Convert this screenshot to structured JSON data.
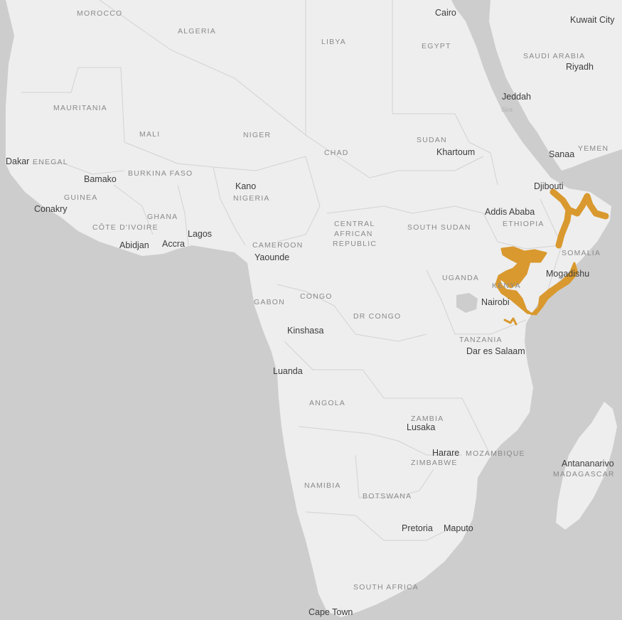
{
  "map": {
    "colors": {
      "water": "#cdcdcd",
      "land": "#eeeeee",
      "border": "#d2d2d2",
      "highlight": "#d9992f"
    },
    "country_labels": {
      "morocco": "MOROCCO",
      "algeria": "ALGERIA",
      "libya": "LIBYA",
      "egypt": "EGYPT",
      "saudi_arabia": "SAUDI ARABIA",
      "mauritania": "MAURITANIA",
      "mali": "MALI",
      "niger": "NIGER",
      "chad": "CHAD",
      "sudan": "SUDAN",
      "yemen": "YEMEN",
      "senegal": "ENEGAL",
      "burkina_faso": "BURKINA FASO",
      "guinea": "GUINEA",
      "ghana": "GHANA",
      "cote_divoire": "CÔTE D'IVOIRE",
      "nigeria": "NIGERIA",
      "central_african_republic_1": "CENTRAL",
      "central_african_republic_2": "AFRICAN",
      "central_african_republic_3": "REPUBLIC",
      "south_sudan": "SOUTH SUDAN",
      "ethiopia": "ETHIOPIA",
      "somalia": "SOMALIA",
      "cameroon": "CAMEROON",
      "uganda": "UGANDA",
      "kenya": "KENYA",
      "gabon": "GABON",
      "congo": "CONGO",
      "dr_congo": "DR CONGO",
      "tanzania": "TANZANIA",
      "angola": "ANGOLA",
      "zambia": "ZAMBIA",
      "mozambique": "MOZAMBIQUE",
      "zimbabwe": "ZIMBABWE",
      "madagascar": "MADAGASCAR",
      "namibia": "NAMIBIA",
      "botswana": "BOTSWANA",
      "south_africa": "SOUTH AFRICA"
    },
    "city_labels": {
      "cairo": "Cairo",
      "kuwait_city": "Kuwait City",
      "riyadh": "Riyadh",
      "jeddah": "Jeddah",
      "khartoum": "Khartoum",
      "sanaa": "Sanaa",
      "dakar": "Dakar",
      "bamako": "Bamako",
      "conakry": "Conakry",
      "kano": "Kano",
      "djibouti": "Djibouti",
      "addis_ababa": "Addis Ababa",
      "lagos": "Lagos",
      "abidjan": "Abidjan",
      "accra": "Accra",
      "yaounde": "Yaounde",
      "mogadishu": "Mogadishu",
      "nairobi": "Nairobi",
      "kinshasa": "Kinshasa",
      "dar_es_salaam": "Dar es Salaam",
      "luanda": "Luanda",
      "lusaka": "Lusaka",
      "harare": "Harare",
      "antananarivo": "Antananarivo",
      "pretoria": "Pretoria",
      "maputo": "Maputo",
      "cape_town": "Cape Town"
    },
    "sea_labels": {
      "red_sea": "Sea"
    }
  }
}
